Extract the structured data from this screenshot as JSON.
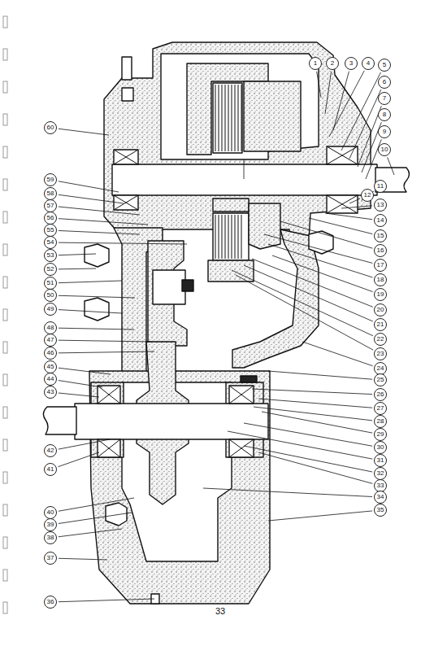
{
  "diagram": {
    "nodes": [
      {
        "text": [
          "1"
        ]
      },
      {
        "text": [
          "2"
        ]
      },
      {
        "text": [
          "3"
        ]
      },
      {
        "text": [
          "4"
        ]
      },
      {
        "text": [
          "5"
        ]
      },
      {
        "text": [
          "6"
        ]
      },
      {
        "text": [
          "7"
        ]
      },
      {
        "text": [
          "8"
        ]
      },
      {
        "text": [
          "9"
        ]
      },
      {
        "text": [
          "10"
        ]
      },
      {
        "text": [
          "11"
        ]
      },
      {
        "text": [
          "12"
        ]
      },
      {
        "text": [
          "13"
        ]
      },
      {
        "text": [
          "14"
        ]
      },
      {
        "text": [
          "15"
        ]
      },
      {
        "text": [
          "16"
        ]
      },
      {
        "text": [
          "17"
        ]
      },
      {
        "text": [
          "18"
        ]
      },
      {
        "text": [
          "19"
        ]
      },
      {
        "text": [
          "20"
        ]
      },
      {
        "text": [
          "21"
        ]
      },
      {
        "text": [
          "22"
        ]
      },
      {
        "text": [
          "23"
        ]
      },
      {
        "text": [
          "24"
        ]
      },
      {
        "text": [
          "25"
        ]
      },
      {
        "text": [
          "26"
        ]
      },
      {
        "text": [
          "27"
        ]
      },
      {
        "text": [
          "28"
        ]
      },
      {
        "text": [
          "29"
        ]
      },
      {
        "text": [
          "30"
        ]
      },
      {
        "text": [
          "31"
        ]
      },
      {
        "text": [
          "32"
        ]
      },
      {
        "text": [
          "33"
        ]
      },
      {
        "text": [
          "34"
        ]
      },
      {
        "text": [
          "35"
        ]
      },
      {
        "text": [
          "36"
        ]
      },
      {
        "text": [
          "37"
        ]
      },
      {
        "text": [
          "38"
        ]
      },
      {
        "text": [
          "39"
        ]
      },
      {
        "text": [
          "40"
        ]
      },
      {
        "text": [
          "41"
        ]
      },
      {
        "text": [
          "42"
        ]
      },
      {
        "text": [
          "43"
        ]
      },
      {
        "text": [
          "44"
        ]
      },
      {
        "text": [
          "45"
        ]
      },
      {
        "text": [
          "46"
        ]
      },
      {
        "text": [
          "47"
        ]
      },
      {
        "text": [
          "48"
        ]
      },
      {
        "text": [
          "49"
        ]
      },
      {
        "text": [
          "50"
        ]
      },
      {
        "text": [
          "51"
        ]
      },
      {
        "text": [
          "52"
        ]
      },
      {
        "text": [
          "53"
        ]
      },
      {
        "text": [
          "54"
        ]
      },
      {
        "text": [
          "55"
        ]
      },
      {
        "text": [
          "56"
        ]
      },
      {
        "text": [
          "57"
        ]
      },
      {
        "text": [
          "58"
        ]
      },
      {
        "text": [
          "59"
        ]
      },
      {
        "text": [
          "60"
        ]
      }
    ],
    "labels": [
      "33"
    ]
  }
}
